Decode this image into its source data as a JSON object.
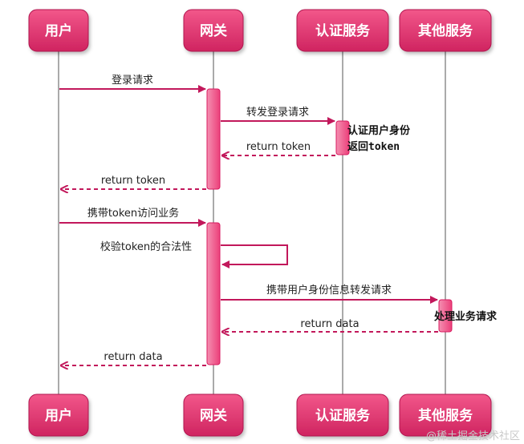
{
  "participants": {
    "user": "用户",
    "gateway": "网关",
    "auth": "认证服务",
    "other": "其他服务"
  },
  "messages": {
    "m1": "登录请求",
    "m2": "转发登录请求",
    "m3": "return token",
    "m4": "return token",
    "m5": "携带token访问业务",
    "m6": "校验token的合法性",
    "m7": "携带用户身份信息转发请求",
    "m8": "return data",
    "m9": "return data"
  },
  "notes": {
    "auth_line1": "认证用户身份",
    "auth_line2": "返回token",
    "other_line1": "处理业务请求"
  },
  "watermark": "@稀土掘金技术社区",
  "colors": {
    "actor_fill": "#e2356f",
    "arrow": "#c2185b",
    "activation_fill": "#f06292",
    "lifeline": "#555555"
  }
}
